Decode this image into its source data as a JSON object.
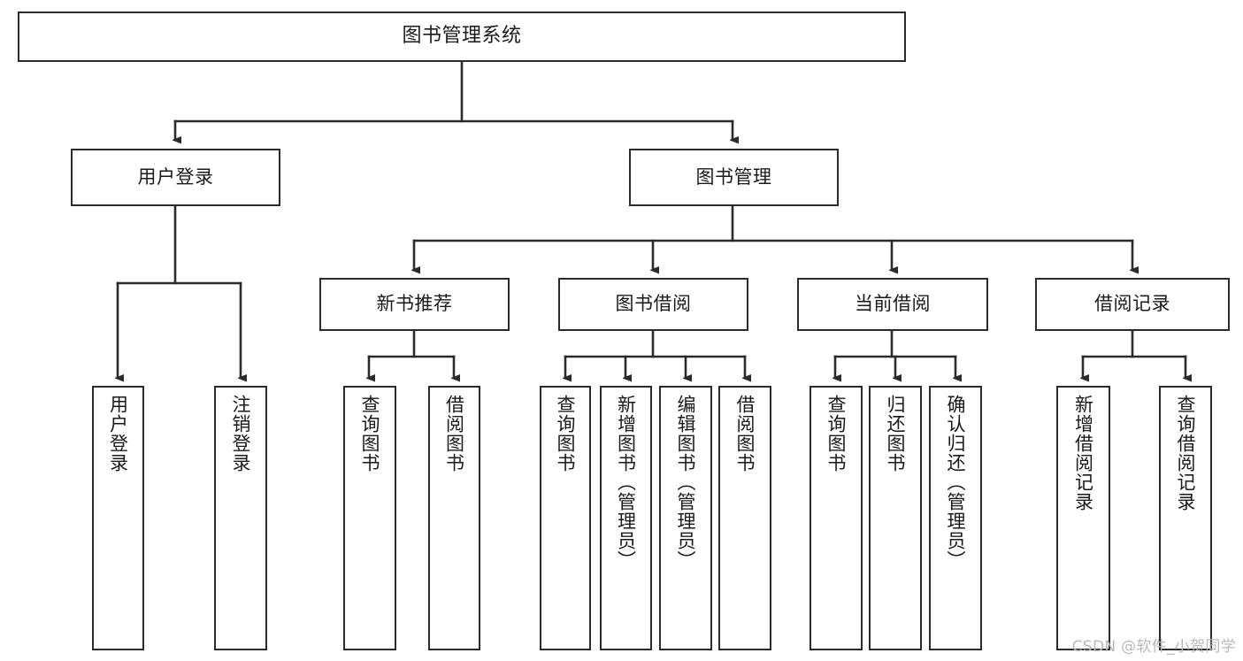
{
  "diagram": {
    "title": "图书管理系统",
    "type": "tree-hierarchy-chart",
    "watermark": "CSDN @软件_小贺同学",
    "colors": {
      "border": "#2b2b2b",
      "background": "#ffffff",
      "text": "#1a1a1a",
      "watermark": "#b9b9b9"
    },
    "levels": {
      "root": {
        "label": "图书管理系统"
      },
      "level2": [
        {
          "label": "用户登录"
        },
        {
          "label": "图书管理"
        }
      ],
      "level3": [
        {
          "label": "新书推荐"
        },
        {
          "label": "图书借阅"
        },
        {
          "label": "当前借阅"
        },
        {
          "label": "借阅记录"
        }
      ],
      "leaves": {
        "user_login": [
          {
            "label": "用户登录"
          },
          {
            "label": "注销登录"
          }
        ],
        "new_book_recommend": [
          {
            "label": "查询图书"
          },
          {
            "label": "借阅图书"
          }
        ],
        "book_borrow": [
          {
            "label": "查询图书"
          },
          {
            "label": "新增图书（管理员）"
          },
          {
            "label": "编辑图书（管理员）"
          },
          {
            "label": "借阅图书"
          }
        ],
        "current_borrow": [
          {
            "label": "查询图书"
          },
          {
            "label": "归还图书"
          },
          {
            "label": "确认归还（管理员）"
          }
        ],
        "borrow_record": [
          {
            "label": "新增借阅记录"
          },
          {
            "label": "查询借阅记录"
          }
        ]
      }
    }
  }
}
